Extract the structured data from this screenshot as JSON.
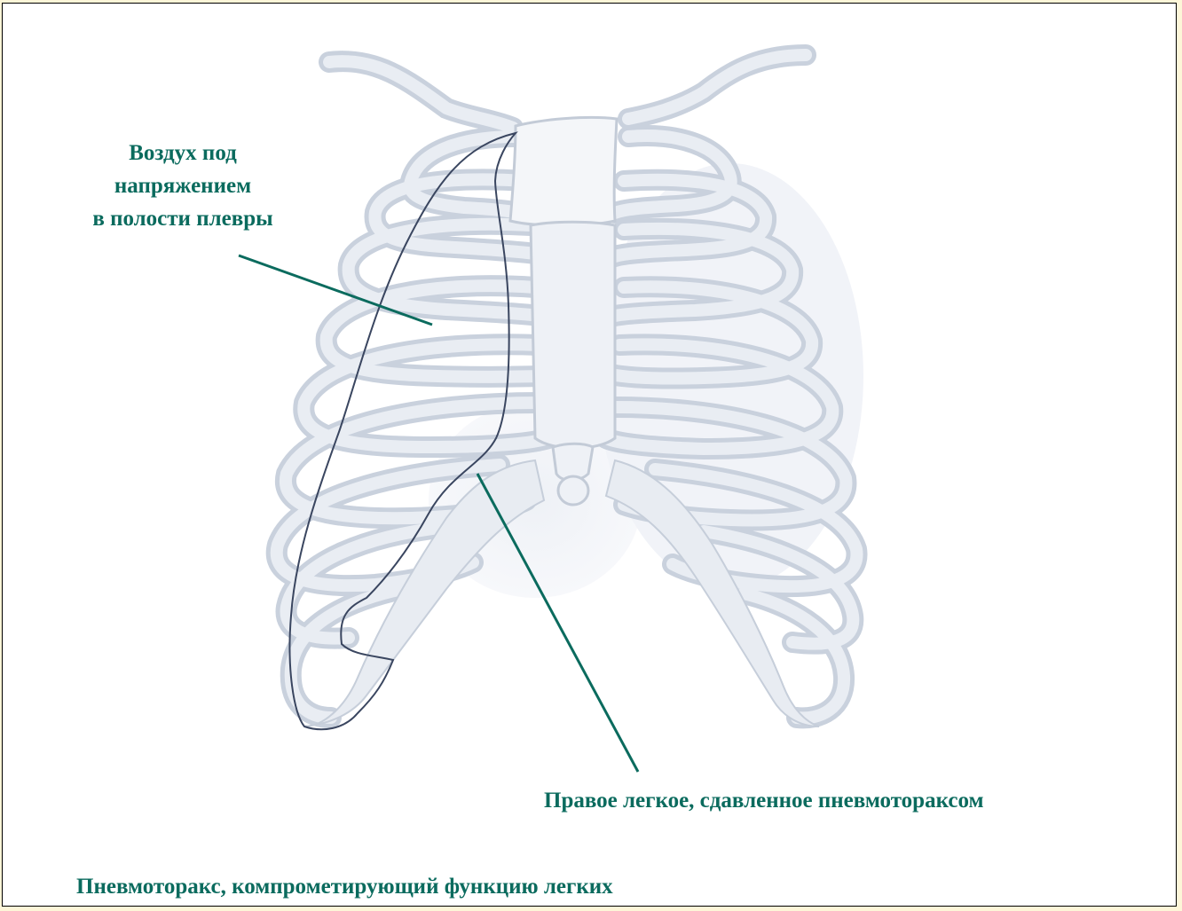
{
  "colors": {
    "page_background": "#fdf6d8",
    "frame_background": "#ffffff",
    "label_text": "#0b6b5e",
    "leader_line": "#0b6b5e",
    "bone_stroke": "#c8d0dc",
    "bone_fill": "#e6eaf1",
    "lung_outline": "#3a4660"
  },
  "annotations": {
    "pleural_air": {
      "line1": "Воздух под",
      "line2": "напряжением",
      "line3": "в полости плевры"
    },
    "collapsed_lung": "Правое легкое, сдавленное пневмотораксом"
  },
  "caption": "Пневмоторакс, компрометирующий функцию легких"
}
